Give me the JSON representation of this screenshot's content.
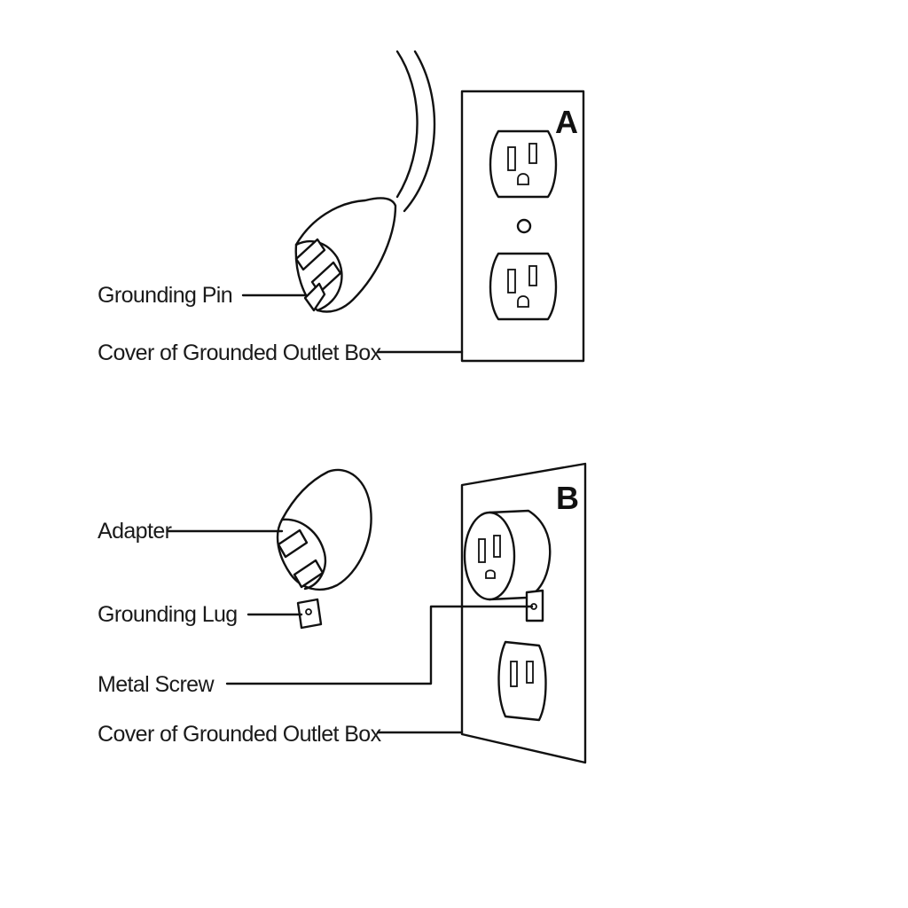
{
  "panel_a": {
    "letter": "A",
    "labels": {
      "grounding_pin": "Grounding Pin",
      "cover": "Cover of Grounded Outlet Box"
    }
  },
  "panel_b": {
    "letter": "B",
    "labels": {
      "adapter": "Adapter",
      "grounding_lug": "Grounding Lug",
      "metal_screw": "Metal Screw",
      "cover": "Cover of Grounded Outlet Box"
    }
  }
}
